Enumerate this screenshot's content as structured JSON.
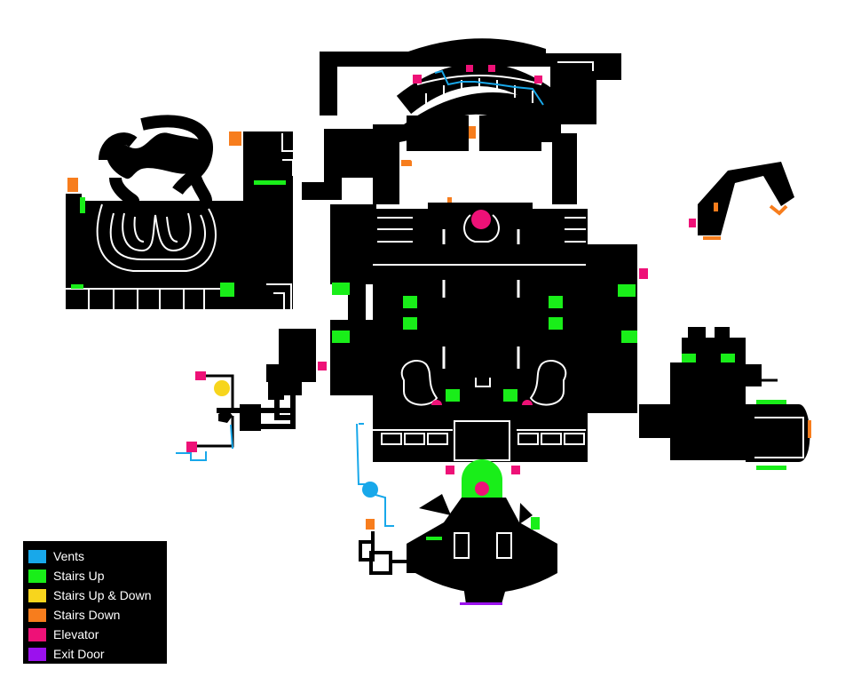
{
  "colors": {
    "wall": "#000000",
    "floor_line": "#ffffff",
    "vents": "#18a8ea",
    "stairs_up": "#19ee19",
    "stairs_up_down": "#f7d51d",
    "stairs_down": "#f77d1d",
    "elevator": "#ee1177",
    "exit_door": "#9b11ee"
  },
  "legend": {
    "items": [
      {
        "label": "Vents",
        "color": "#18a8ea"
      },
      {
        "label": "Stairs Up",
        "color": "#19ee19"
      },
      {
        "label": "Stairs Up & Down",
        "color": "#f7d51d"
      },
      {
        "label": "Stairs Down",
        "color": "#f77d1d"
      },
      {
        "label": "Elevator",
        "color": "#ee1177"
      },
      {
        "label": "Exit Door",
        "color": "#9b11ee"
      }
    ]
  }
}
